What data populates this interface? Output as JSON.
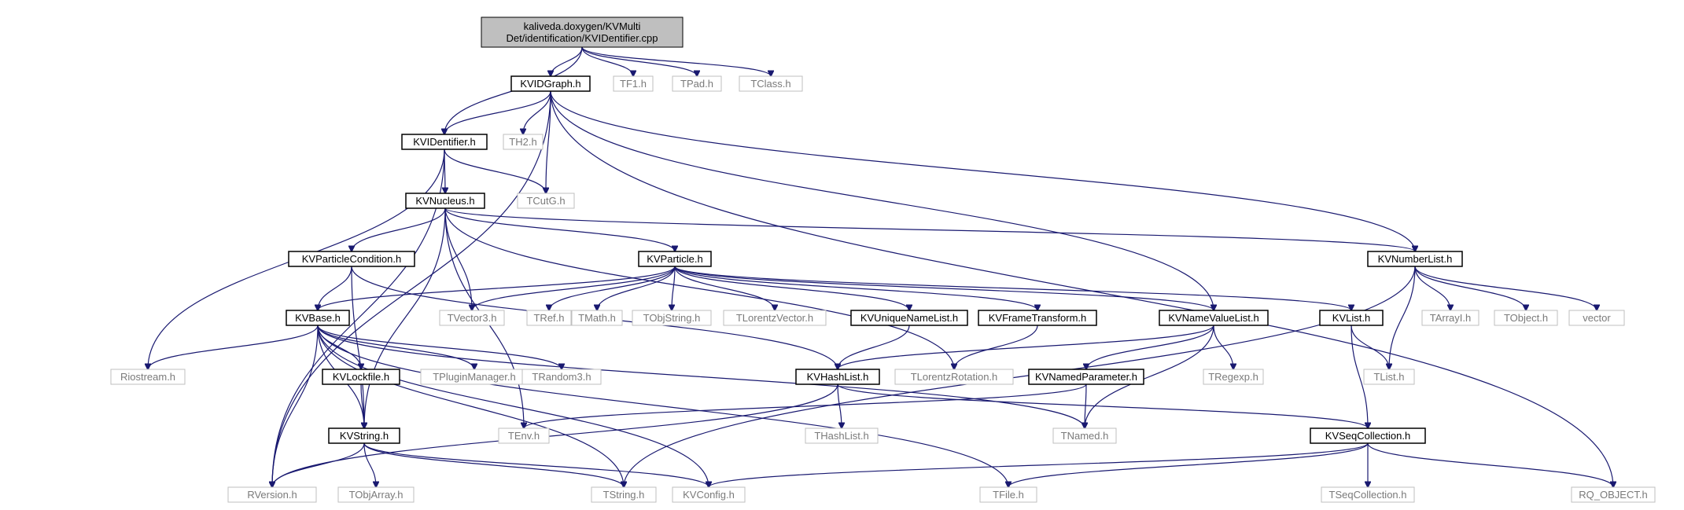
{
  "colors": {
    "edge": "#191970",
    "root_fill": "#bfbfbf",
    "ext_border": "#bfbfbf",
    "ext_text": "#7a7a7a"
  },
  "nodes": [
    {
      "id": "root",
      "label": [
        "kaliveda.doxygen/KVMulti",
        "Det/identification/KVIDentifier.cpp"
      ],
      "kind": "root"
    },
    {
      "id": "KVIDGraph",
      "label": [
        "KVIDGraph.h"
      ],
      "kind": "solid"
    },
    {
      "id": "TF1",
      "label": [
        "TF1.h"
      ],
      "kind": "ext"
    },
    {
      "id": "TPad",
      "label": [
        "TPad.h"
      ],
      "kind": "ext"
    },
    {
      "id": "TClass",
      "label": [
        "TClass.h"
      ],
      "kind": "ext"
    },
    {
      "id": "KVIDentifier",
      "label": [
        "KVIDentifier.h"
      ],
      "kind": "solid"
    },
    {
      "id": "TH2",
      "label": [
        "TH2.h"
      ],
      "kind": "ext"
    },
    {
      "id": "TCutG",
      "label": [
        "TCutG.h"
      ],
      "kind": "ext"
    },
    {
      "id": "KVNucleus",
      "label": [
        "KVNucleus.h"
      ],
      "kind": "solid"
    },
    {
      "id": "KVParticleCondition",
      "label": [
        "KVParticleCondition.h"
      ],
      "kind": "solid"
    },
    {
      "id": "KVParticle",
      "label": [
        "KVParticle.h"
      ],
      "kind": "solid"
    },
    {
      "id": "KVNumberList",
      "label": [
        "KVNumberList.h"
      ],
      "kind": "solid"
    },
    {
      "id": "KVBase",
      "label": [
        "KVBase.h"
      ],
      "kind": "solid"
    },
    {
      "id": "TVector3",
      "label": [
        "TVector3.h"
      ],
      "kind": "ext"
    },
    {
      "id": "TRef",
      "label": [
        "TRef.h"
      ],
      "kind": "ext"
    },
    {
      "id": "TMath",
      "label": [
        "TMath.h"
      ],
      "kind": "ext"
    },
    {
      "id": "TObjString",
      "label": [
        "TObjString.h"
      ],
      "kind": "ext"
    },
    {
      "id": "TLorentzVector",
      "label": [
        "TLorentzVector.h"
      ],
      "kind": "ext"
    },
    {
      "id": "KVUniqueNameList",
      "label": [
        "KVUniqueNameList.h"
      ],
      "kind": "solid"
    },
    {
      "id": "KVFrameTransform",
      "label": [
        "KVFrameTransform.h"
      ],
      "kind": "solid"
    },
    {
      "id": "KVNameValueList",
      "label": [
        "KVNameValueList.h"
      ],
      "kind": "solid"
    },
    {
      "id": "KVList",
      "label": [
        "KVList.h"
      ],
      "kind": "solid"
    },
    {
      "id": "TArrayI",
      "label": [
        "TArrayI.h"
      ],
      "kind": "ext"
    },
    {
      "id": "TObject",
      "label": [
        "TObject.h"
      ],
      "kind": "ext"
    },
    {
      "id": "vector",
      "label": [
        "vector"
      ],
      "kind": "ext"
    },
    {
      "id": "Riostream",
      "label": [
        "Riostream.h"
      ],
      "kind": "ext"
    },
    {
      "id": "KVLockfile",
      "label": [
        "KVLockfile.h"
      ],
      "kind": "solid"
    },
    {
      "id": "TPluginManager",
      "label": [
        "TPluginManager.h"
      ],
      "kind": "ext"
    },
    {
      "id": "TRandom3",
      "label": [
        "TRandom3.h"
      ],
      "kind": "ext"
    },
    {
      "id": "KVHashList",
      "label": [
        "KVHashList.h"
      ],
      "kind": "solid"
    },
    {
      "id": "TLorentzRotation",
      "label": [
        "TLorentzRotation.h"
      ],
      "kind": "ext"
    },
    {
      "id": "KVNamedParameter",
      "label": [
        "KVNamedParameter.h"
      ],
      "kind": "solid"
    },
    {
      "id": "TRegexp",
      "label": [
        "TRegexp.h"
      ],
      "kind": "ext"
    },
    {
      "id": "TList",
      "label": [
        "TList.h"
      ],
      "kind": "ext"
    },
    {
      "id": "KVString",
      "label": [
        "KVString.h"
      ],
      "kind": "solid"
    },
    {
      "id": "TEnv",
      "label": [
        "TEnv.h"
      ],
      "kind": "ext"
    },
    {
      "id": "THashList",
      "label": [
        "THashList.h"
      ],
      "kind": "ext"
    },
    {
      "id": "TNamed",
      "label": [
        "TNamed.h"
      ],
      "kind": "ext"
    },
    {
      "id": "KVSeqCollection",
      "label": [
        "KVSeqCollection.h"
      ],
      "kind": "solid"
    },
    {
      "id": "RVersion",
      "label": [
        "RVersion.h"
      ],
      "kind": "ext"
    },
    {
      "id": "TObjArray",
      "label": [
        "TObjArray.h"
      ],
      "kind": "ext"
    },
    {
      "id": "TString",
      "label": [
        "TString.h"
      ],
      "kind": "ext"
    },
    {
      "id": "KVConfig",
      "label": [
        "KVConfig.h"
      ],
      "kind": "ext"
    },
    {
      "id": "TFile",
      "label": [
        "TFile.h"
      ],
      "kind": "ext"
    },
    {
      "id": "TSeqCollection",
      "label": [
        "TSeqCollection.h"
      ],
      "kind": "ext"
    },
    {
      "id": "RQ_OBJECT",
      "label": [
        "RQ_OBJECT.h"
      ],
      "kind": "ext"
    }
  ],
  "edges": [
    [
      "root",
      "KVIDGraph"
    ],
    [
      "root",
      "TF1"
    ],
    [
      "root",
      "TPad"
    ],
    [
      "root",
      "TClass"
    ],
    [
      "root",
      "KVIDentifier"
    ],
    [
      "KVIDGraph",
      "KVIDentifier"
    ],
    [
      "KVIDGraph",
      "TH2"
    ],
    [
      "KVIDGraph",
      "TCutG"
    ],
    [
      "KVIDGraph",
      "KVNumberList"
    ],
    [
      "KVIDGraph",
      "KVNameValueList"
    ],
    [
      "KVIDGraph",
      "RQ_OBJECT"
    ],
    [
      "KVIDGraph",
      "RVersion"
    ],
    [
      "KVIDentifier",
      "KVNucleus"
    ],
    [
      "KVIDentifier",
      "TCutG"
    ],
    [
      "KVIDentifier",
      "Riostream"
    ],
    [
      "KVIDentifier",
      "RVersion"
    ],
    [
      "KVNucleus",
      "KVParticleCondition"
    ],
    [
      "KVNucleus",
      "KVParticle"
    ],
    [
      "KVNucleus",
      "KVNumberList"
    ],
    [
      "KVNucleus",
      "TVector3"
    ],
    [
      "KVNucleus",
      "KVString"
    ],
    [
      "KVNucleus",
      "TEnv"
    ],
    [
      "KVNucleus",
      "TLorentzRotation"
    ],
    [
      "KVParticleCondition",
      "KVBase"
    ],
    [
      "KVParticleCondition",
      "KVString"
    ],
    [
      "KVParticleCondition",
      "KVHashList"
    ],
    [
      "KVParticle",
      "KVBase"
    ],
    [
      "KVParticle",
      "TVector3"
    ],
    [
      "KVParticle",
      "TRef"
    ],
    [
      "KVParticle",
      "TMath"
    ],
    [
      "KVParticle",
      "TObjString"
    ],
    [
      "KVParticle",
      "TLorentzVector"
    ],
    [
      "KVParticle",
      "KVUniqueNameList"
    ],
    [
      "KVParticle",
      "KVFrameTransform"
    ],
    [
      "KVParticle",
      "KVNameValueList"
    ],
    [
      "KVParticle",
      "KVList"
    ],
    [
      "KVNumberList",
      "TArrayI"
    ],
    [
      "KVNumberList",
      "TObject"
    ],
    [
      "KVNumberList",
      "vector"
    ],
    [
      "KVNumberList",
      "TList"
    ],
    [
      "KVNumberList",
      "TString"
    ],
    [
      "KVBase",
      "Riostream"
    ],
    [
      "KVBase",
      "KVLockfile"
    ],
    [
      "KVBase",
      "TPluginManager"
    ],
    [
      "KVBase",
      "TRandom3"
    ],
    [
      "KVBase",
      "KVString"
    ],
    [
      "KVBase",
      "RVersion"
    ],
    [
      "KVBase",
      "TString"
    ],
    [
      "KVBase",
      "KVConfig"
    ],
    [
      "KVBase",
      "TFile"
    ],
    [
      "KVBase",
      "TNamed"
    ],
    [
      "KVUniqueNameList",
      "KVHashList"
    ],
    [
      "KVFrameTransform",
      "TLorentzRotation"
    ],
    [
      "KVNameValueList",
      "KVHashList"
    ],
    [
      "KVNameValueList",
      "KVNamedParameter"
    ],
    [
      "KVNameValueList",
      "TRegexp"
    ],
    [
      "KVNameValueList",
      "TNamed"
    ],
    [
      "KVList",
      "TList"
    ],
    [
      "KVList",
      "KVSeqCollection"
    ],
    [
      "KVLockfile",
      "KVString"
    ],
    [
      "KVHashList",
      "THashList"
    ],
    [
      "KVHashList",
      "KVSeqCollection"
    ],
    [
      "KVHashList",
      "RVersion"
    ],
    [
      "KVNamedParameter",
      "TEnv"
    ],
    [
      "KVNamedParameter",
      "TNamed"
    ],
    [
      "KVString",
      "RVersion"
    ],
    [
      "KVString",
      "TObjArray"
    ],
    [
      "KVString",
      "TString"
    ],
    [
      "KVString",
      "KVConfig"
    ],
    [
      "KVSeqCollection",
      "TSeqCollection"
    ],
    [
      "KVSeqCollection",
      "RQ_OBJECT"
    ],
    [
      "KVSeqCollection",
      "TFile"
    ],
    [
      "KVSeqCollection",
      "KVConfig"
    ]
  ]
}
